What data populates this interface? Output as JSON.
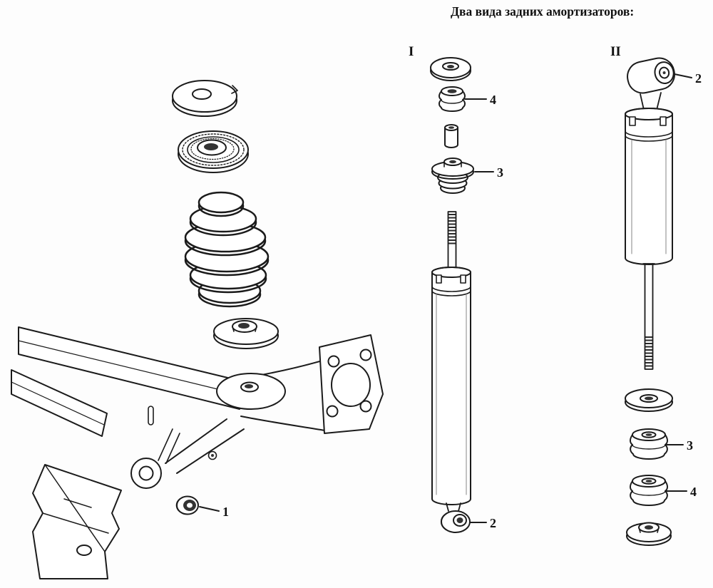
{
  "title": "Два вида задних амортизаторов:",
  "colors": {
    "ink": "#1b1b1b",
    "paper": "#fdfdfd"
  },
  "left_assembly": {
    "label_1": "1"
  },
  "shock_i": {
    "heading": "I",
    "label_4": "4",
    "label_3": "3",
    "label_2": "2"
  },
  "shock_ii": {
    "heading": "II",
    "label_2": "2",
    "label_3": "3",
    "label_4": "4"
  }
}
